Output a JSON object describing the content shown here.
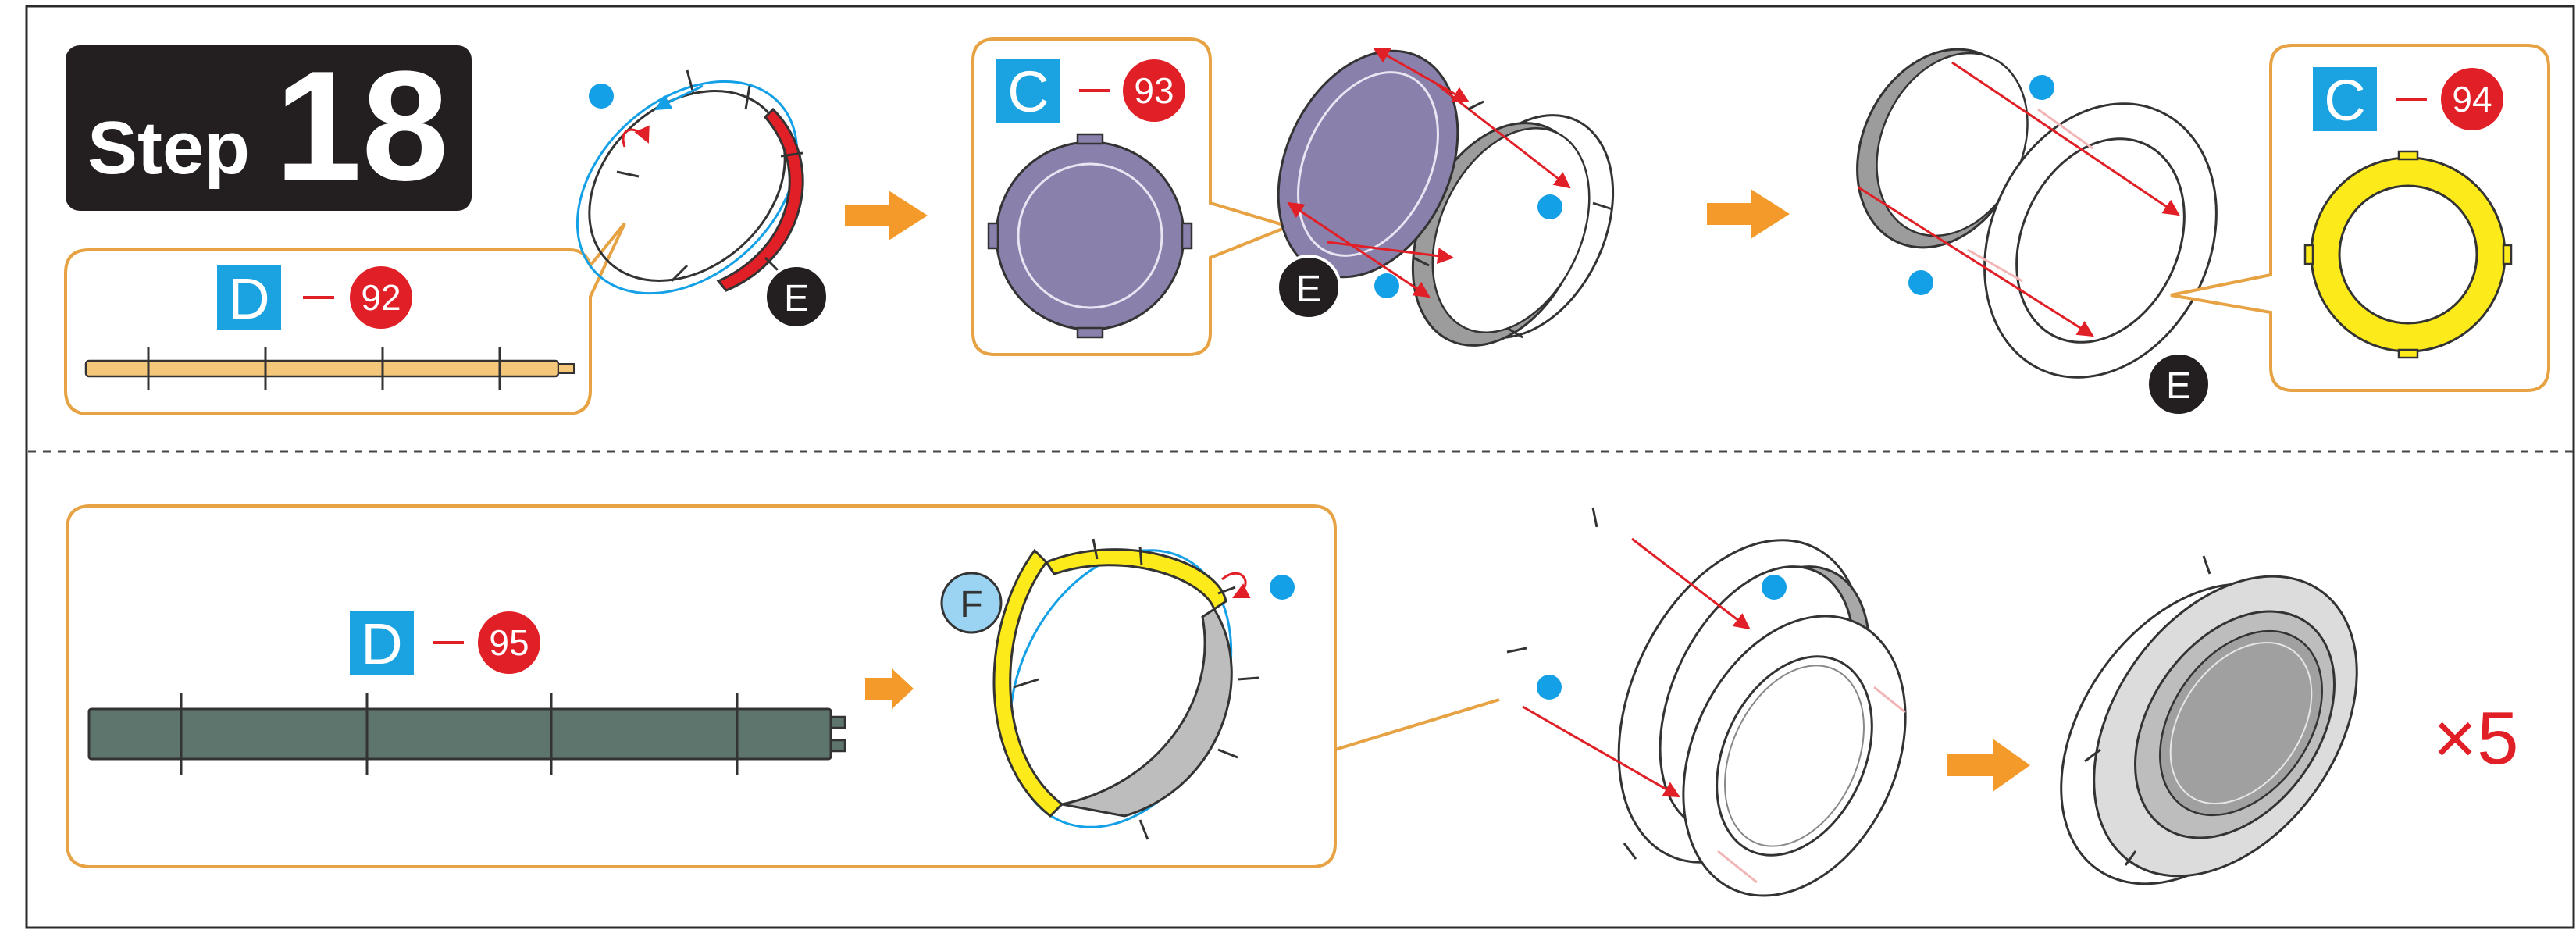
{
  "step": {
    "word": "Step",
    "number": "18"
  },
  "panel_top_left": {
    "sheet": "D",
    "part": "92",
    "tab": "E"
  },
  "panel_93": {
    "sheet": "C",
    "part": "93",
    "tab": "E"
  },
  "panel_94": {
    "sheet": "C",
    "part": "94",
    "tab": "E"
  },
  "panel_95": {
    "sheet": "D",
    "part": "95",
    "tab": "F"
  },
  "quantity": "×5",
  "colors": {
    "accent_orange": "#F39A2B",
    "callout_border": "#E6A243",
    "badge_blue": "#1AA3E0",
    "badge_red": "#E11F26",
    "purple_part": "#8A80AC",
    "yellow_part": "#FCEA1B",
    "dark_strip": "#5E756D",
    "tan_strip": "#F5C77A",
    "red_strip": "#E11F26",
    "glue_dot": "#14A0E6"
  },
  "icons": [
    "arrow-right-icon",
    "glue-dot-icon",
    "tab-label-icon",
    "assembly-arrow-icon"
  ]
}
